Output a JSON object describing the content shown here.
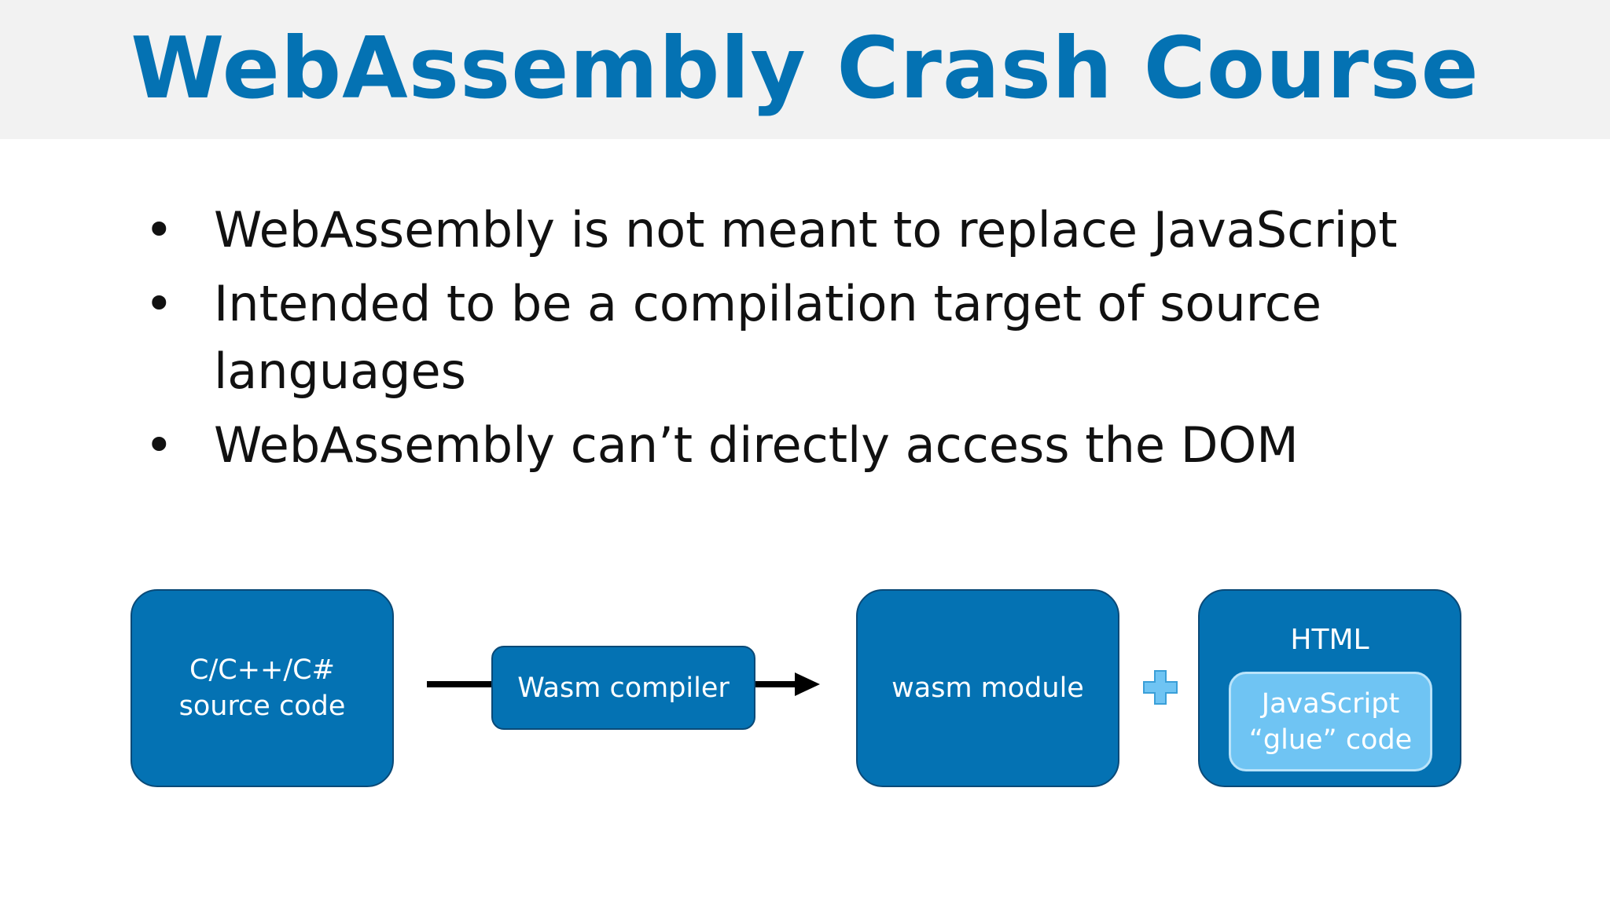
{
  "title": "WebAssembly Crash Course",
  "bullets": [
    "WebAssembly is not meant to replace JavaScript",
    "Intended to be a compilation target of source languages",
    "WebAssembly can’t directly access the DOM"
  ],
  "diagram": {
    "source_box": "C/C++/C#\nsource code",
    "compiler_box": "Wasm compiler",
    "module_box": "wasm module",
    "html_box_label": "HTML",
    "glue_box": "JavaScript\n“glue” code",
    "plus_icon": "plus-icon"
  },
  "colors": {
    "accent": "#0472b3",
    "title_bar": "#f2f2f2",
    "glue_fill": "#6fc4f3"
  }
}
